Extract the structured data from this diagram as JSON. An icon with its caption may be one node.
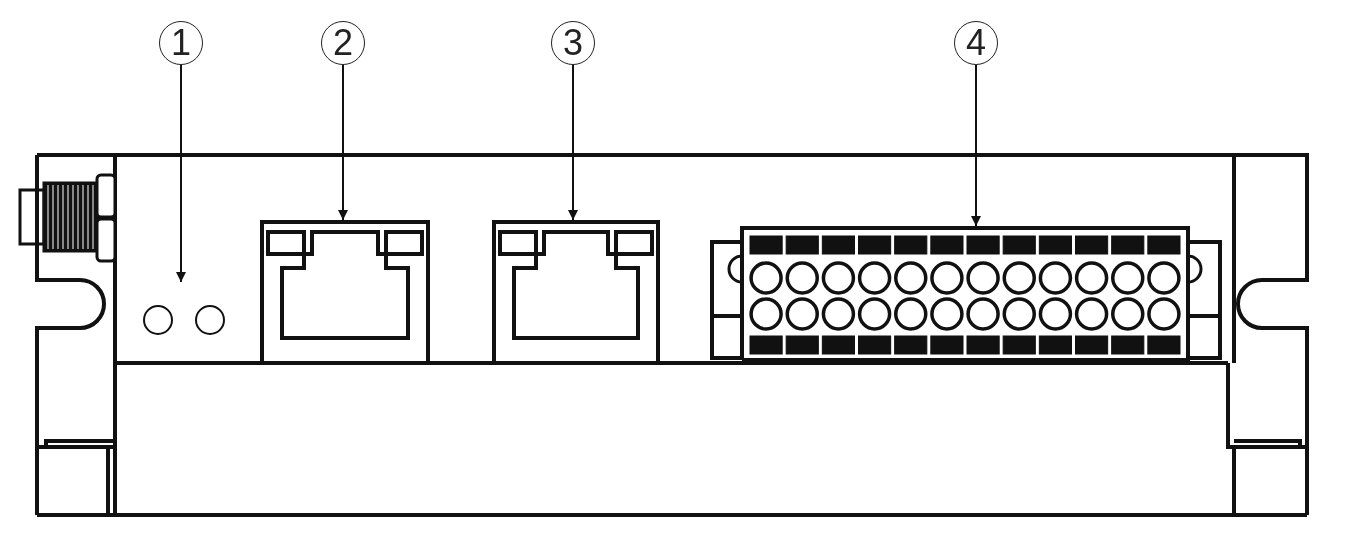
{
  "diagram": {
    "nodes": [
      {
        "text": [
          "1"
        ]
      },
      {
        "text": [
          "2"
        ]
      },
      {
        "text": [
          "3"
        ]
      },
      {
        "text": [
          "4"
        ]
      },
      {
        "text": [],
        "shape": "picture"
      },
      {
        "text": [],
        "shape": "picture"
      },
      {
        "text": [],
        "shape": "picture"
      },
      {
        "text": [],
        "shape": "picture"
      }
    ],
    "edges": [
      {
        "from": 0,
        "to": 4,
        "arrow": "to"
      },
      {
        "from": 1,
        "to": 5,
        "arrow": "to"
      },
      {
        "from": 2,
        "to": 6,
        "arrow": "to"
      },
      {
        "from": 3,
        "to": 7,
        "arrow": "to"
      }
    ]
  }
}
